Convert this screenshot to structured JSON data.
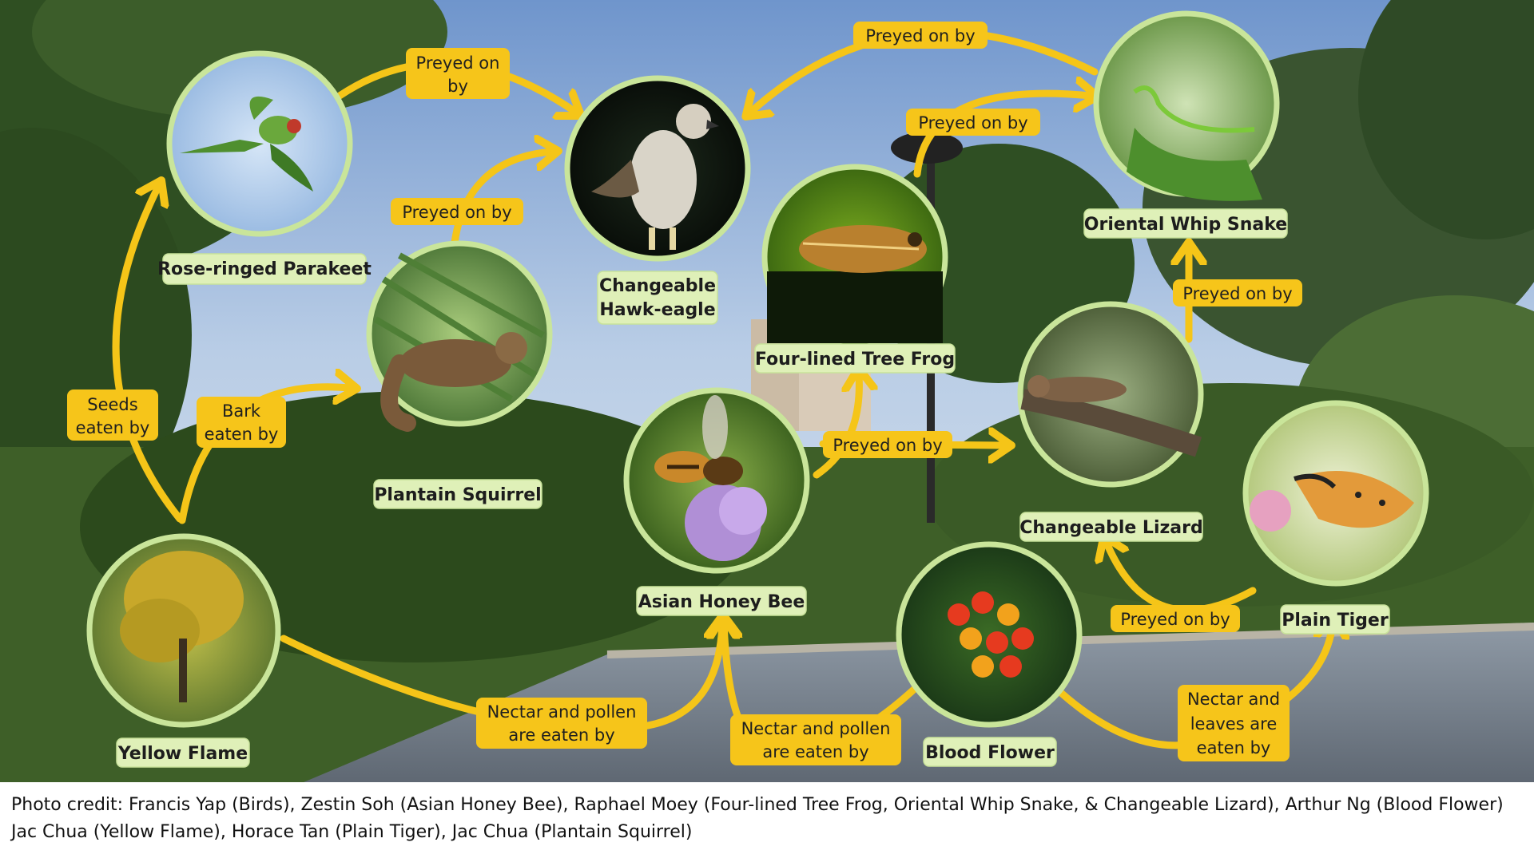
{
  "organisms": {
    "parakeet": {
      "name": "Rose-ringed Parakeet",
      "icon": "parakeet-photo"
    },
    "hawk_eagle": {
      "name_line1": "Changeable",
      "name_line2": "Hawk-eagle",
      "icon": "hawk-eagle-photo"
    },
    "squirrel": {
      "name": "Plantain Squirrel",
      "icon": "squirrel-photo"
    },
    "frog": {
      "name": "Four-lined Tree Frog",
      "icon": "tree-frog-photo"
    },
    "snake": {
      "name": "Oriental Whip Snake",
      "icon": "whip-snake-photo"
    },
    "bee": {
      "name": "Asian Honey Bee",
      "icon": "honey-bee-photo"
    },
    "lizard": {
      "name": "Changeable Lizard",
      "icon": "lizard-photo"
    },
    "tiger": {
      "name": "Plain Tiger",
      "icon": "butterfly-photo"
    },
    "blood_flower": {
      "name": "Blood Flower",
      "icon": "blood-flower-photo"
    },
    "yellow_flame": {
      "name": "Yellow Flame",
      "icon": "yellow-flame-tree-photo"
    }
  },
  "relations": {
    "parakeet_hawk": [
      "Preyed on",
      "by"
    ],
    "snake_hawk": [
      "Preyed on by"
    ],
    "frog_snake": [
      "Preyed on by"
    ],
    "squirrel_hawk": [
      "Preyed on by"
    ],
    "lizard_snake": [
      "Preyed on by"
    ],
    "flame_parakeet": [
      "Seeds",
      "eaten by"
    ],
    "flame_squirrel": [
      "Bark",
      "eaten by"
    ],
    "bee_frog_lizard": [
      "Preyed on by"
    ],
    "tiger_lizard": [
      "Preyed on by"
    ],
    "flame_bee": [
      "Nectar and pollen",
      "are eaten by"
    ],
    "flower_bee": [
      "Nectar and pollen",
      "are eaten by"
    ],
    "flower_tiger": [
      "Nectar and",
      "leaves are",
      "eaten by"
    ]
  },
  "credit": {
    "line1": "Photo credit: Francis Yap (Birds), Zestin Soh (Asian Honey Bee), Raphael Moey (Four-lined Tree Frog, Oriental Whip Snake, & Changeable Lizard), Arthur Ng (Blood Flower)",
    "line2": "Jac Chua (Yellow Flame), Horace Tan (Plain Tiger), Jac Chua (Plantain Squirrel)"
  },
  "colors": {
    "arrow": "#f5c518",
    "label_bg": "#dff0b8",
    "circle_border": "#c9e59a"
  }
}
